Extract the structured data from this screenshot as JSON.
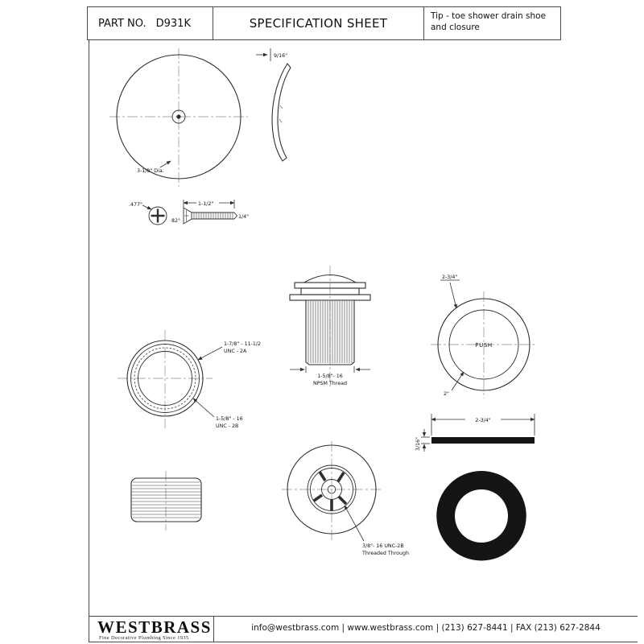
{
  "header": {
    "part_label": "PART NO.",
    "part_number": "D931K",
    "title": "SPECIFICATION SHEET",
    "tip_note": "Tip - toe shower drain shoe and closure"
  },
  "labels": {
    "faceplate_dia": "3-1/8\" Dia.",
    "profile_thickness": "9/16\"",
    "screw_head_dia": ".477\"",
    "screw_head_angle": "82°",
    "screw_length": "1-1/2\"",
    "screw_thread": "1/4\"",
    "ring_thread_outer_1": "1-7/8\" - 11-1/2",
    "ring_thread_outer_2": "UNC - 2A",
    "ring_thread_inner_1": "1-5/8\" - 16",
    "ring_thread_inner_2": "UNC - 2B",
    "shoe_thread_1": "1-5/8\"- 16",
    "shoe_thread_2": "NPSM Thread",
    "push_outer_dia": "2-3/4\"",
    "push_inner_dia": "2\"",
    "push_text": "PUSH",
    "washer_width": "2-3/4\"",
    "washer_thickness": "3/16\"",
    "wheel_thread_1": "3/8\"- 16 UNC-2B",
    "wheel_thread_2": "Threaded Through"
  },
  "footer": {
    "brand": "WESTBRASS",
    "tagline": "Fine Decorative Plumbing Since 1935",
    "contact": "info@westbrass.com  |  www.westbrass.com  |  (213) 627-8441  |  FAX (213) 627-2844"
  }
}
